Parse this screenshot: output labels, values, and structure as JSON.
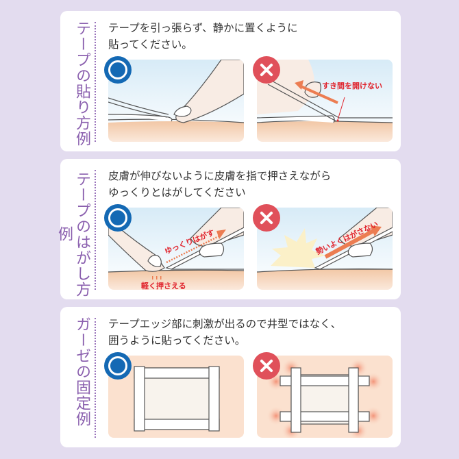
{
  "background_color": "#e3dcef",
  "accent_title_color": "#8a5fae",
  "ok_badge_color": "#1469b4",
  "ng_badge_color": "#e0505a",
  "annotation_color": "#e0242d",
  "sections": [
    {
      "title": "テープの貼り方例",
      "instruction_line1": "テープを引っ張らず、静かに置くように",
      "instruction_line2": "貼ってください。",
      "ok_panel": {
        "badge": "correct-circle-icon",
        "description": "finger gently laying tape on skin"
      },
      "ng_panel": {
        "badge": "wrong-cross-icon",
        "annotation": "すき間を開けない",
        "description": "tape pulled tight leaving gap"
      }
    },
    {
      "title": "テープのはがし方例",
      "instruction_line1": "皮膚が伸びないように皮膚を指で押さえながら",
      "instruction_line2": "ゆっくりとはがしてください",
      "ok_panel": {
        "badge": "correct-circle-icon",
        "annotation_peel": "ゆっくりはがす",
        "annotation_press": "軽く押さえる"
      },
      "ng_panel": {
        "badge": "wrong-cross-icon",
        "annotation": "勢いよくはがさない"
      }
    },
    {
      "title": "ガーゼの固定例",
      "instruction_line1": "テープエッジ部に刺激が出るので井型ではなく、",
      "instruction_line2": "囲うように貼ってください。",
      "ok_panel": {
        "badge": "correct-circle-icon",
        "description": "tape framing gauze"
      },
      "ng_panel": {
        "badge": "wrong-cross-icon",
        "description": "tape in hash pattern with irritated edges"
      }
    }
  ]
}
